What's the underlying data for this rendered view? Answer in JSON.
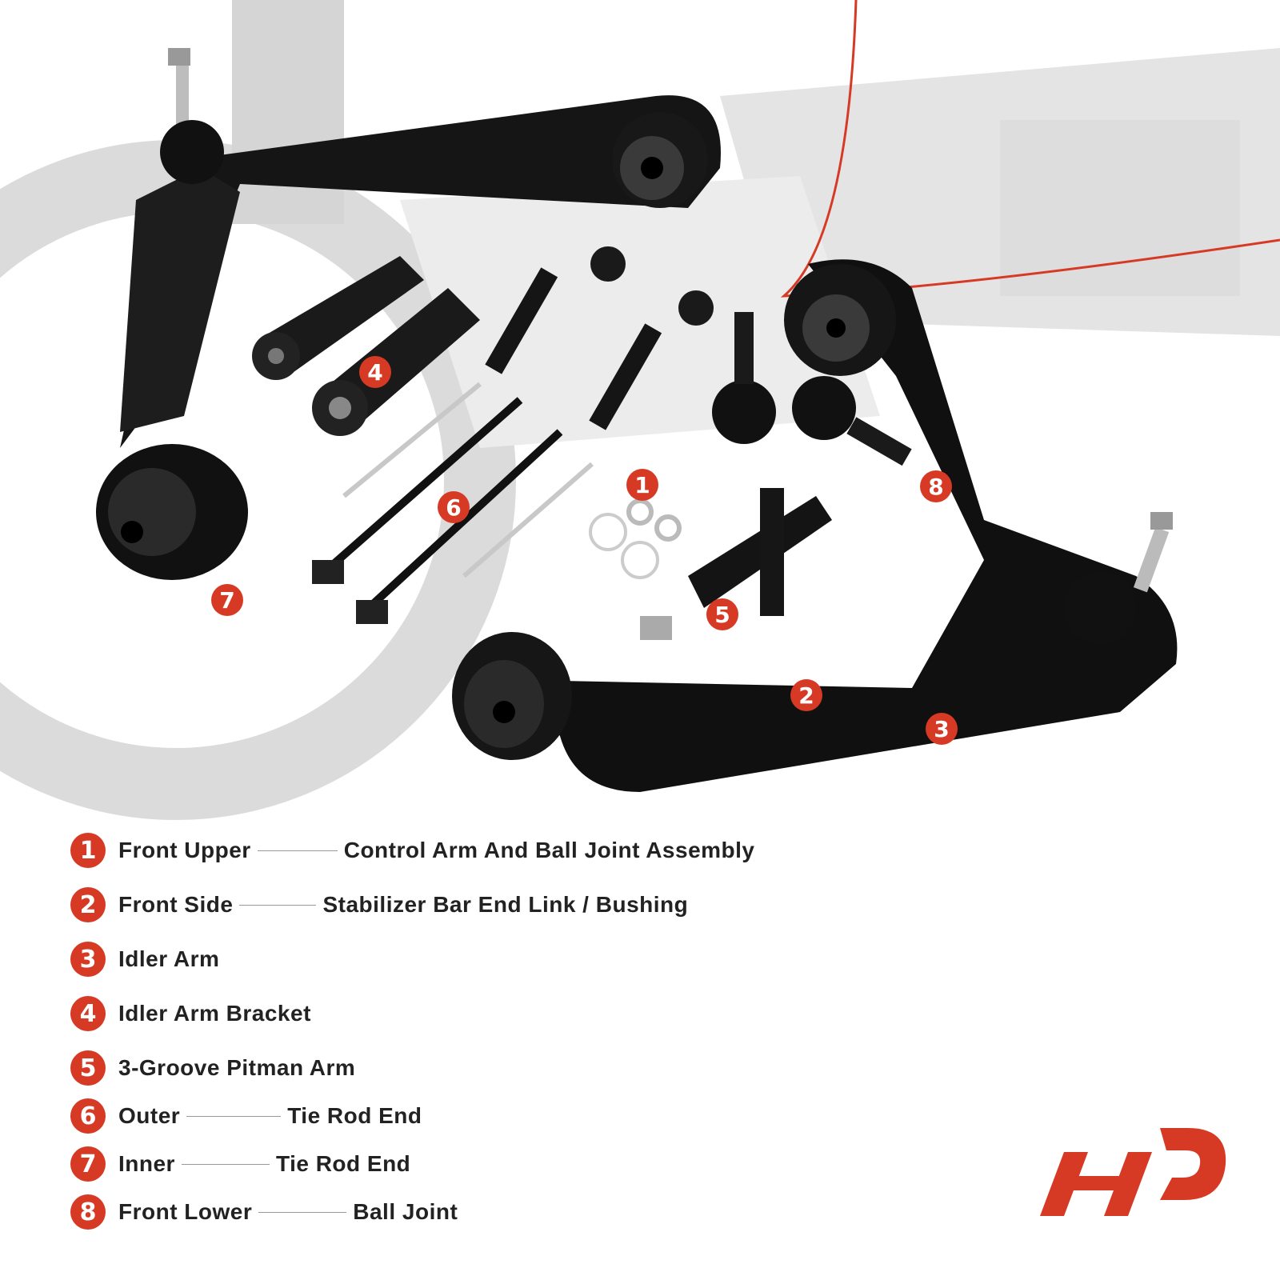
{
  "callouts": [
    "1",
    "2",
    "3",
    "4",
    "5",
    "6",
    "7",
    "8"
  ],
  "legend": [
    {
      "num": "1",
      "left": "Front Upper",
      "right": "Control Arm And Ball Joint Assembly"
    },
    {
      "num": "2",
      "left": "Front Side",
      "right": "Stabilizer Bar End Link / Bushing"
    },
    {
      "num": "3",
      "left": "Idler Arm",
      "right": ""
    },
    {
      "num": "4",
      "left": "Idler Arm Bracket",
      "right": ""
    },
    {
      "num": "5",
      "left": "3-Groove Pitman Arm",
      "right": ""
    },
    {
      "num": "6",
      "left": "Outer",
      "right": "Tie Rod End"
    },
    {
      "num": "7",
      "left": "Inner",
      "right": "Tie Rod End"
    },
    {
      "num": "8",
      "left": "Front Lower",
      "right": "Ball Joint"
    }
  ],
  "colors": {
    "accent": "#d73a24",
    "part": "#111111",
    "background_scene": "#c8c8c8"
  }
}
